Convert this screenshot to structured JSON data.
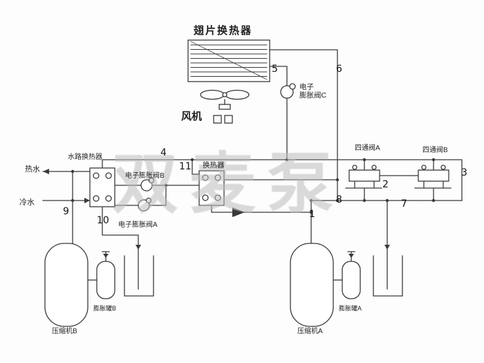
{
  "watermark": "双麦泵",
  "colors": {
    "line": "#3a3a3a",
    "watermark": "#bdbdbd",
    "bg": "#fdfdfd"
  },
  "labels": {
    "finned_hx_title": "翅片换热器",
    "fan": "风机",
    "valve_c_line1": "电子",
    "valve_c_line2": "膨胀阀C",
    "water_hx": "水路换热器",
    "hot_water": "热水",
    "cold_water": "冷水",
    "valve_b": "电子膨胀阀B",
    "valve_a": "电子膨胀阀A",
    "mid_hx": "换热器",
    "four_way_valve_a": "四通阀A",
    "four_way_valve_b": "四通阀B",
    "compressor_b": "压缩机B",
    "compressor_a": "压缩机A",
    "expansion_tank_b": "膨胀罐B",
    "expansion_tank_a": "膨胀罐A"
  },
  "numbers": {
    "n1": "1",
    "n2": "2",
    "n3": "3",
    "n4": "4",
    "n5": "5",
    "n6": "6",
    "n7": "7",
    "n8": "8",
    "n9": "9",
    "n10": "10",
    "n11": "11"
  }
}
